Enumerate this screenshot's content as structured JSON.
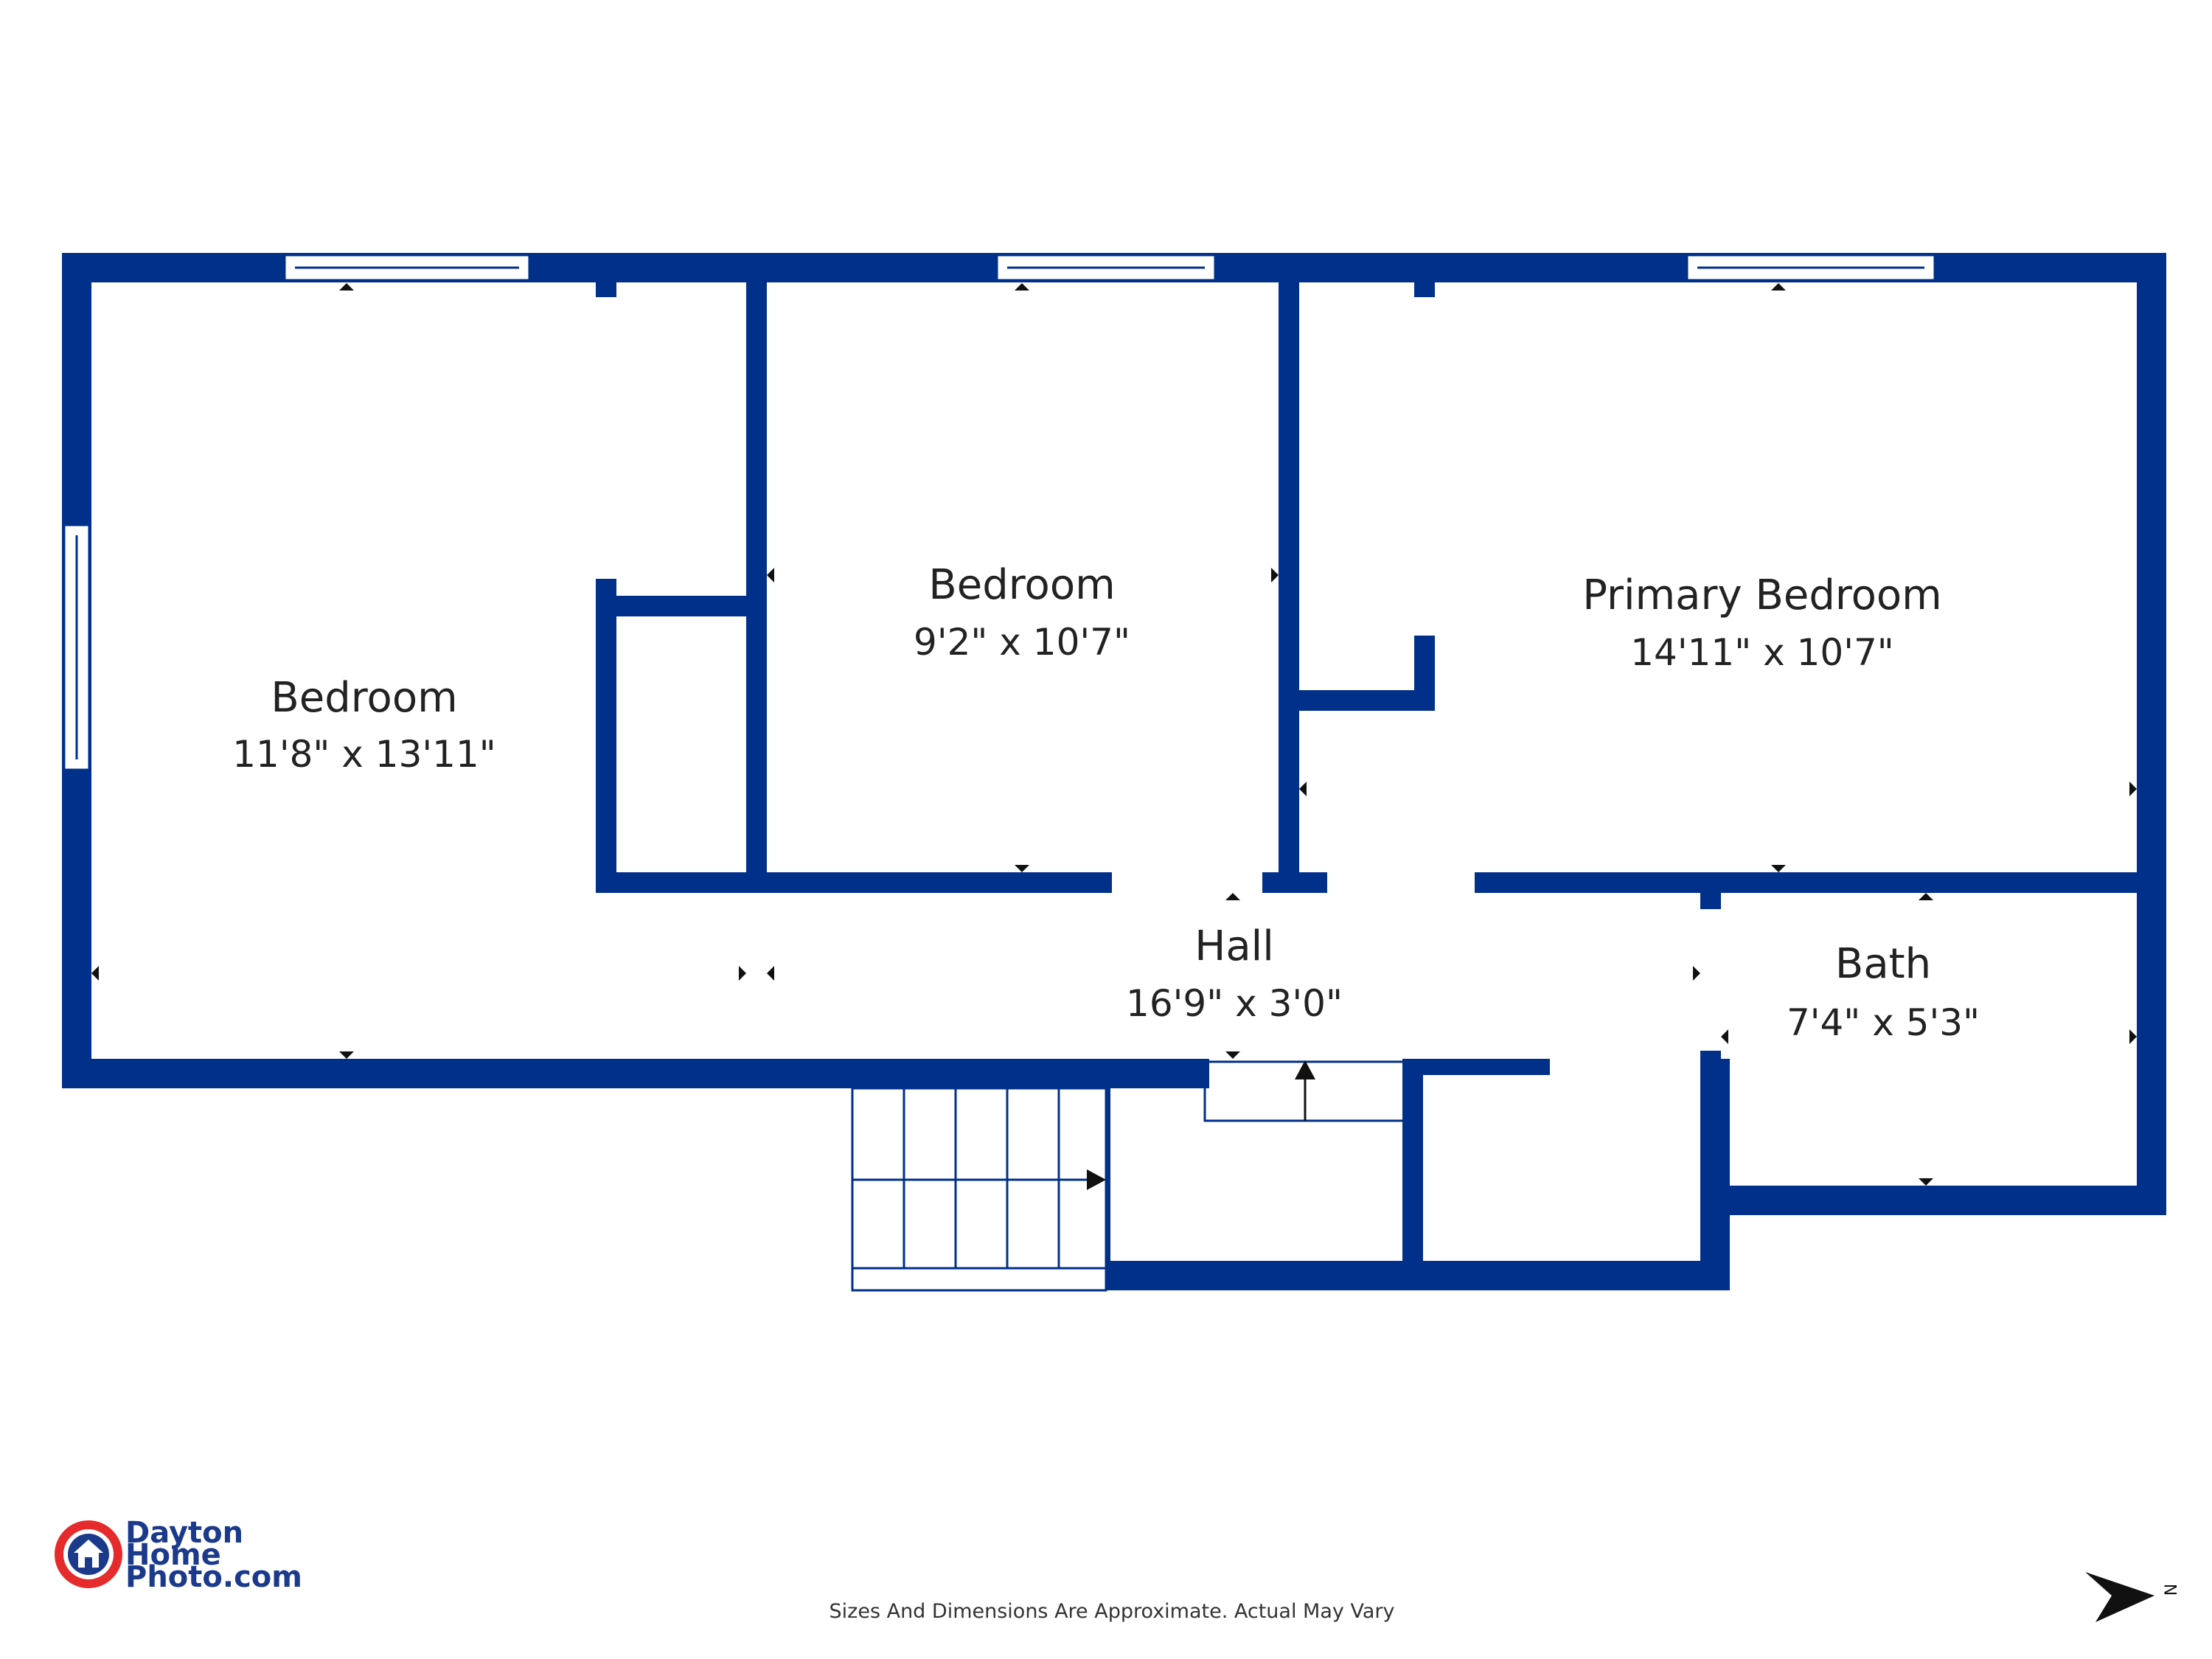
{
  "rooms": [
    {
      "name": "Bedroom",
      "dimensions": "11'8\" x 13'11\""
    },
    {
      "name": "Bedroom",
      "dimensions": "9'2\" x 10'7\""
    },
    {
      "name": "Primary Bedroom",
      "dimensions": "14'11\" x 10'7\""
    },
    {
      "name": "Hall",
      "dimensions": "16'9\" x 3'0\""
    },
    {
      "name": "Bath",
      "dimensions": "7'4\" x 5'3\""
    }
  ],
  "logo": {
    "line1": "Dayton",
    "line2": "Home",
    "line3": "Photo.com"
  },
  "footer": {
    "disclaimer": "Sizes And Dimensions Are Approximate. Actual May Vary"
  },
  "compass": {
    "letter": "N"
  },
  "colors": {
    "wall": "#00308a",
    "logo_red": "#e52b2b",
    "logo_blue": "#1b3a8c"
  }
}
